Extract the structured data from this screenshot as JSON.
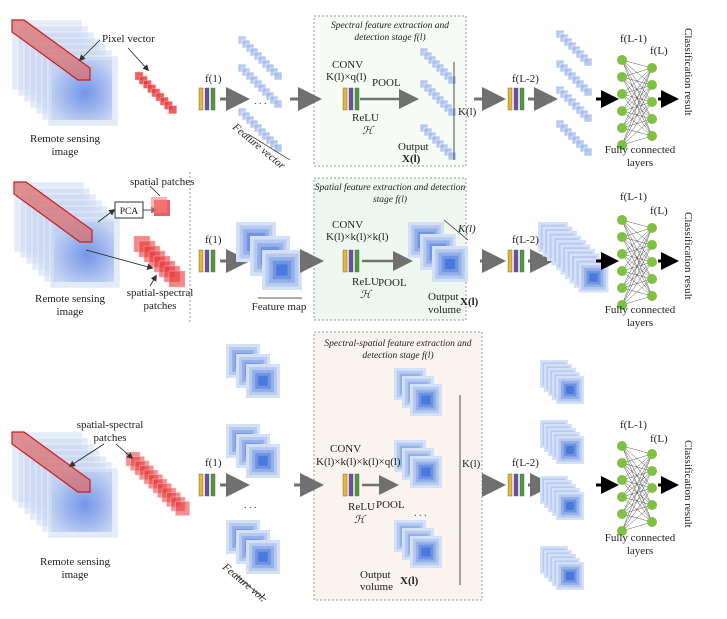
{
  "rows": [
    {
      "id": "spectral",
      "rs_label": [
        "Remote sensing",
        "image"
      ],
      "input_label": "Pixel vector",
      "f1": "f(1)",
      "feature_label": "Feature vector",
      "stage_title": [
        "Spectral feature extraction and",
        "detection stage  f(l)"
      ],
      "conv": "CONV",
      "conv_dims": "K(l)×q(l)",
      "relu": "ReLU",
      "relu_sym": "ℋ",
      "pool": "POOL",
      "output": [
        "Output",
        "X(l)"
      ],
      "k_label": "K(l)",
      "fL2": "f(L-2)",
      "fc_top": [
        "f(L-1)",
        "f(L)"
      ],
      "fc_label": [
        "Fully connected",
        "layers"
      ],
      "result": "Classification result"
    },
    {
      "id": "spatial",
      "rs_label": [
        "Remote sensing",
        "image"
      ],
      "patch_label": "spatial patches",
      "pca": "PCA",
      "ssp_label": [
        "spatial-spectral",
        "patches"
      ],
      "f1": "f(1)",
      "feature_label": "Feature map",
      "stage_title": [
        "Spatial feature extraction and detection",
        "stage  f(l)"
      ],
      "conv": "CONV",
      "conv_dims": "K(l)×k(l)×k(l)",
      "relu": "ReLU",
      "relu_sym": "ℋ",
      "pool": "POOL",
      "output": [
        "Output",
        "volume",
        "X(l)"
      ],
      "k_label": "K(l)",
      "fL2": "f(L-2)",
      "fc_top": [
        "f(L-1)",
        "f(L)"
      ],
      "fc_label": [
        "Fully connected",
        "layers"
      ],
      "result": "Classification result"
    },
    {
      "id": "spectral-spatial",
      "rs_label": [
        "Remote sensing",
        "image"
      ],
      "input_label": [
        "spatial-spectral",
        "patches"
      ],
      "f1": "f(1)",
      "feature_label": "Feature vol.",
      "stage_title": [
        "Spectral-spatial feature extraction and",
        "detection stage  f(l)"
      ],
      "conv": "CONV",
      "conv_dims": "K(l)×k(l)×k(l)×q(l)",
      "relu": "ReLU",
      "relu_sym": "ℋ",
      "pool": "POOL",
      "output": [
        "Output",
        "volume",
        "X(l)"
      ],
      "k_label": "K(l)",
      "fL2": "f(L-2)",
      "fc_top": [
        "f(L-1)",
        "f(L)"
      ],
      "fc_label": [
        "Fully connected",
        "layers"
      ],
      "result": "Classification result"
    }
  ],
  "colors": {
    "cube_light": "#c9d7f2",
    "cube_mid": "#7f9fe0",
    "cube_dark": "#3a64d8",
    "red": "#e8383a",
    "yellow": "#e7b82b",
    "purple": "#6a4fa8",
    "green": "#4e9a3c",
    "node": "#7fc241",
    "arrow": "#707070"
  }
}
